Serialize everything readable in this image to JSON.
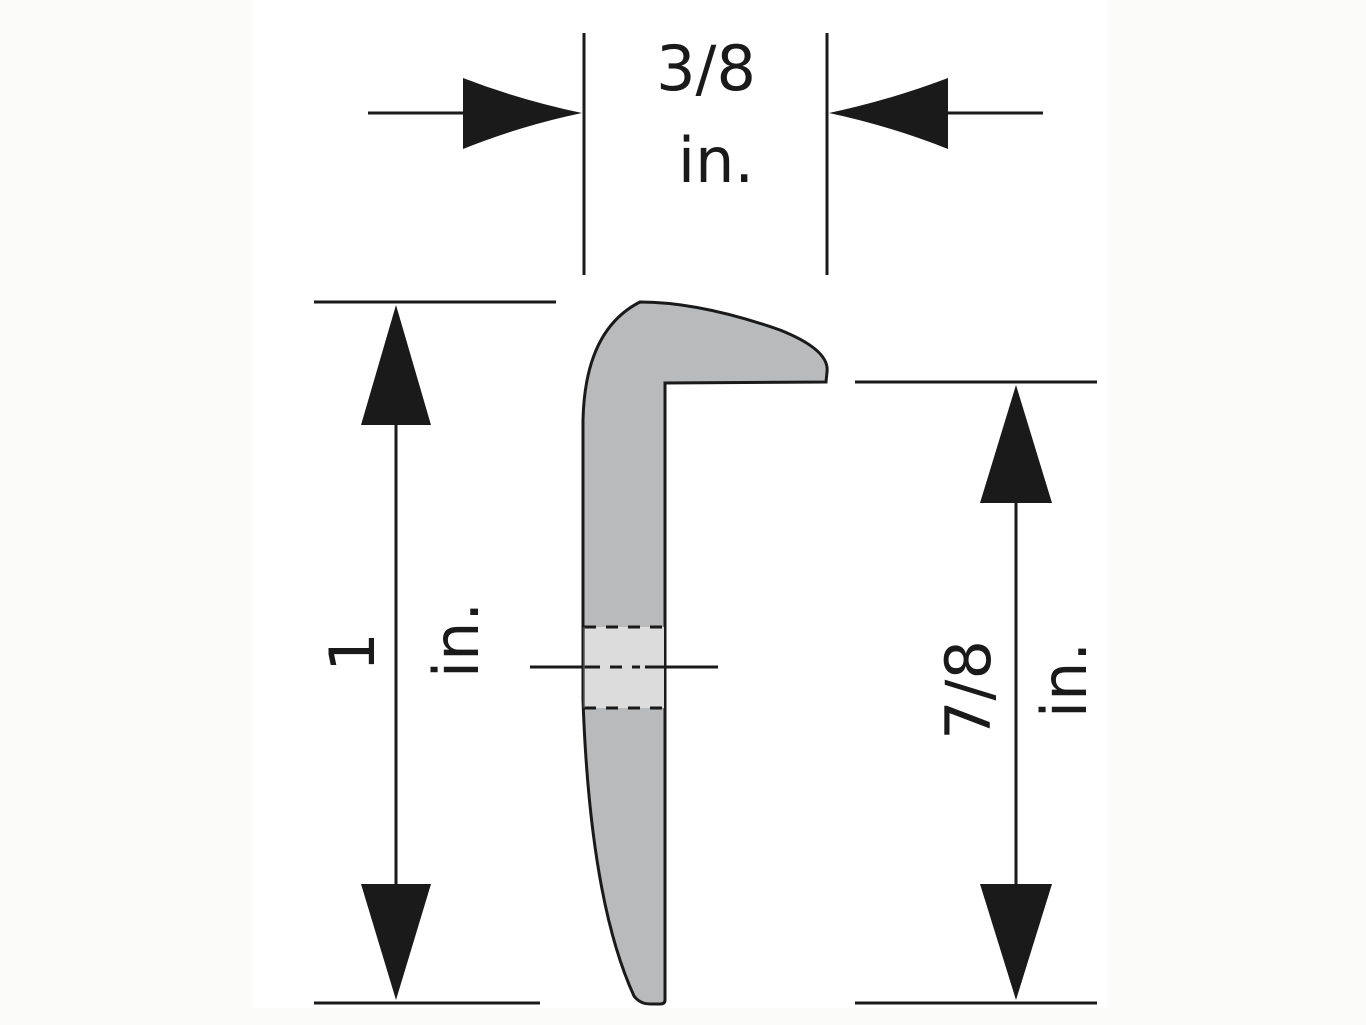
{
  "diagram": {
    "subject": "T-molding / stair nose trim profile cross-section",
    "colors": {
      "background": "#fbfbf9",
      "panel": "#ffffff",
      "profile_fill": "#b9babc",
      "slot_fill": "#dcdcdc",
      "line": "#1a1a1a"
    },
    "dimensions": {
      "width": {
        "value": "3/8",
        "unit": "in."
      },
      "total_height": {
        "value": "1",
        "unit": "in."
      },
      "leg_height": {
        "value": "7/8",
        "unit": "in."
      }
    }
  }
}
